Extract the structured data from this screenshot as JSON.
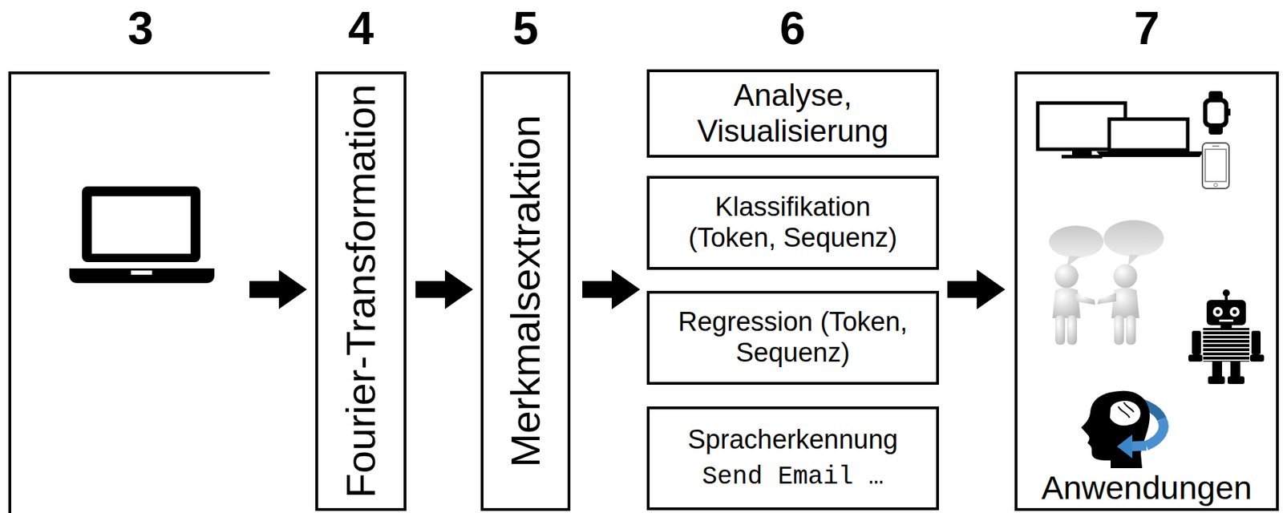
{
  "diagram": {
    "nodes": [
      {
        "text": [
          "3"
        ]
      },
      {
        "text": [
          "4",
          "Fourier-Transformation"
        ]
      },
      {
        "text": [
          "5",
          "Merkmalsextraktion"
        ]
      },
      {
        "text": [
          "Analyse, Visualisierung"
        ]
      },
      {
        "text": [
          "Klassifikation (Token, Sequenz)"
        ]
      },
      {
        "text": [
          "Regression (Token, Sequenz)"
        ]
      },
      {
        "text": [
          "Spracherkennung",
          "Send Email …"
        ]
      },
      {
        "text": [
          "7",
          "Anwendungen"
        ]
      }
    ],
    "edges": [
      {
        "from": 0,
        "to": 1,
        "arrow": "to"
      },
      {
        "from": 1,
        "to": 2,
        "arrow": "to"
      },
      {
        "from": 2,
        "to": 3,
        "arrow": "to"
      },
      {
        "from": 2,
        "to": 4,
        "arrow": "to"
      },
      {
        "from": 2,
        "to": 5,
        "arrow": "to"
      },
      {
        "from": 2,
        "to": 6,
        "arrow": "to"
      },
      {
        "from": 3,
        "to": 7,
        "arrow": "to"
      },
      {
        "from": 4,
        "to": 7,
        "arrow": "to"
      },
      {
        "from": 5,
        "to": 7,
        "arrow": "to"
      },
      {
        "from": 6,
        "to": 7,
        "arrow": "to"
      }
    ],
    "labels": [
      "6"
    ]
  }
}
